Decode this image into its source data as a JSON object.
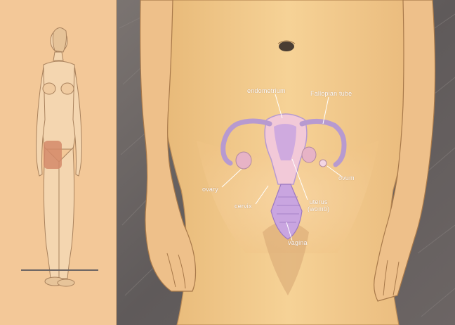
{
  "labels": {
    "endometrium": "endometrium",
    "fallopian_tube": "Fallopian tube",
    "ovum": "ovum",
    "ovary": "ovary",
    "cervix": "cervix",
    "uterus_line1": "uterus",
    "uterus_line2": "(womb)",
    "vagina": "vagina"
  },
  "colors": {
    "background_left": "#f3c898",
    "background_right": "#6f6a68",
    "skin": "#f0c486",
    "organ": "#b79ad0",
    "label_text": "#ffffff"
  }
}
